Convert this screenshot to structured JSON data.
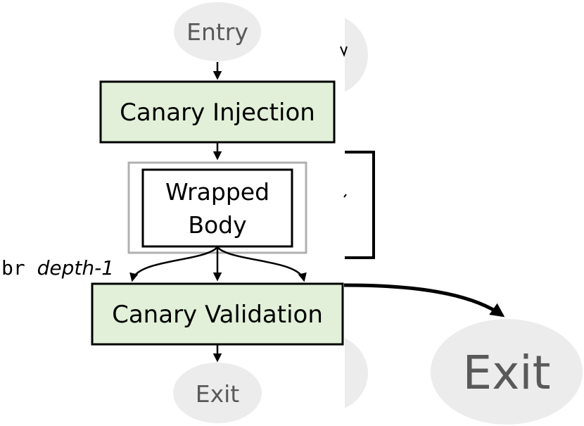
{
  "nodes": {
    "entry": "Entry",
    "canary_injection": "Canary Injection",
    "wrapped_body_line1": "Wrapped",
    "wrapped_body_line2": "Body",
    "canary_validation": "Canary Validation",
    "exit_bottom": "Exit",
    "exit_right": "Exit"
  },
  "edge_label": {
    "prefix": "br",
    "value": "depth-1"
  },
  "colors": {
    "box_fill": "#e2f0d9",
    "ellipse_fill": "#ececec",
    "ellipse_text": "#595959",
    "outer_frame": "#b0b0b0",
    "ink": "#000000"
  }
}
